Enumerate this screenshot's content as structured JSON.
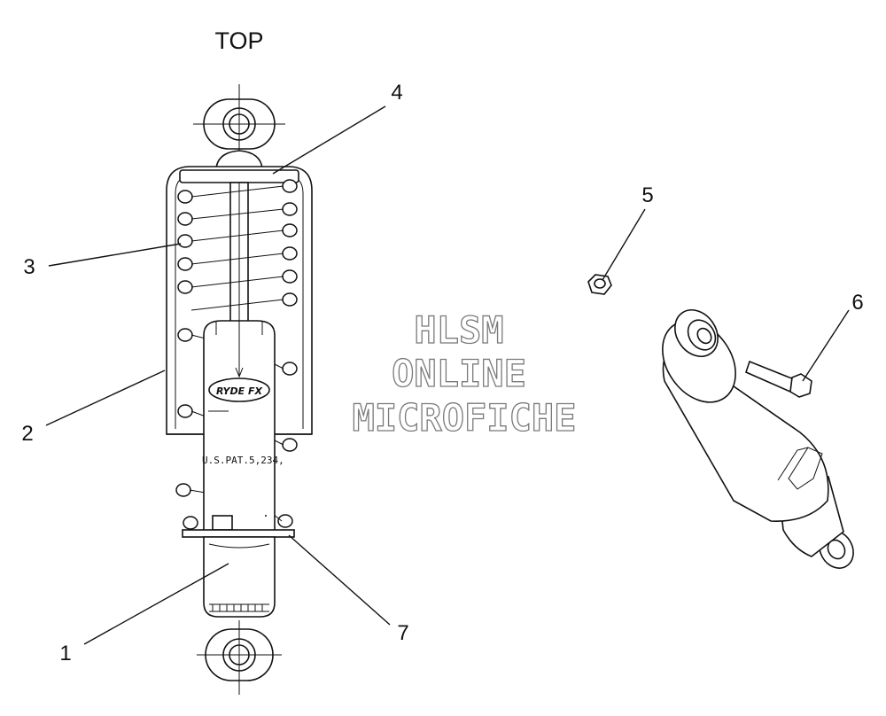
{
  "diagram": {
    "orientation_label": "TOP",
    "callouts": [
      "1",
      "2",
      "3",
      "4",
      "5",
      "6",
      "7"
    ],
    "body_marking": "U.S.PAT.5,234,",
    "logo_text": "RYDE FX"
  },
  "watermark": {
    "line1": "HLSM",
    "line2": "ONLINE",
    "line3": "MICROFICHE"
  },
  "colors": {
    "line": "#111111",
    "watermark_outline": "#7a7a7a",
    "background": "#ffffff"
  }
}
